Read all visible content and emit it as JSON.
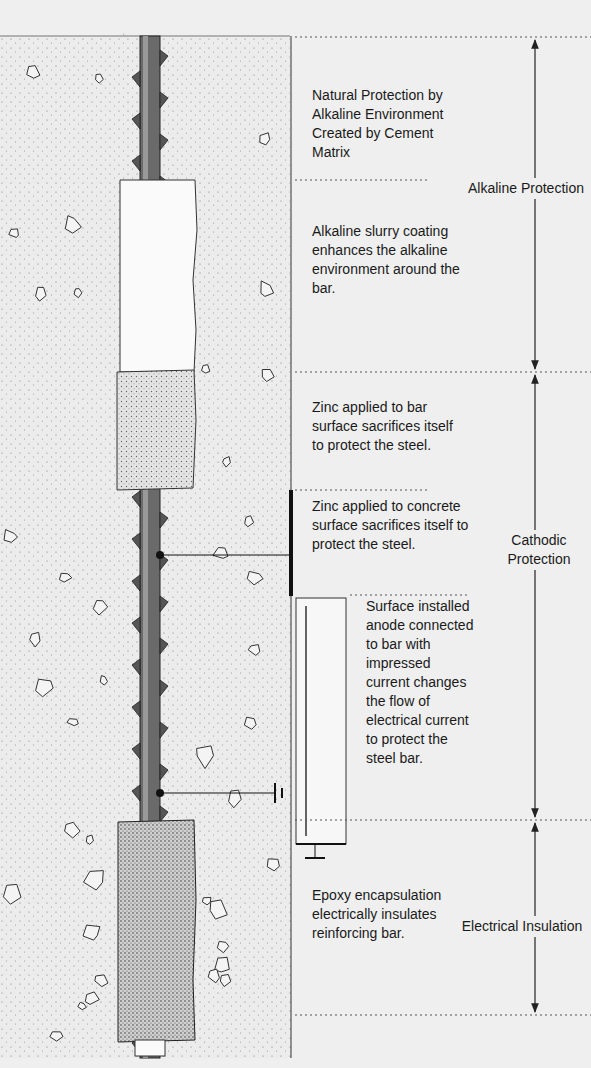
{
  "diagram": {
    "labels": [
      "Natural Protection by Alkaline Environment Created by Cement Matrix",
      "Alkaline Protection",
      "Alkaline slurry coating enhances the alkaline environment around the bar.",
      "Zinc applied to bar surface sacrifices itself to protect the steel.",
      "Cathodic Protection",
      "Zinc applied to concrete surface sacrifices itself to protect the steel.",
      "Surface installed anode connected to bar with impressed current changes the flow of electrical current to protect the steel bar.",
      "Epoxy encapsulation electrically insulates reinforcing bar.",
      "Electrical Insulation"
    ]
  }
}
